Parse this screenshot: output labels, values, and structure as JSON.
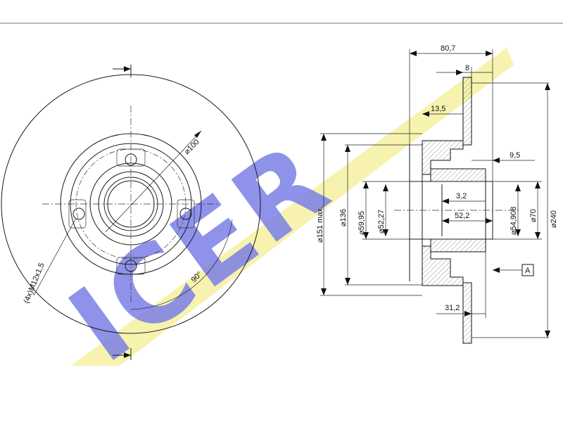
{
  "brand": {
    "logo_text": "ICER",
    "logo_color": "#7b7fe6",
    "ribbon_color": "#f6f2a6"
  },
  "dimensions": {
    "width_total": "80,7",
    "disc_thickness": "8",
    "offset_13_5": "13,5",
    "offset_9_5": "9,5",
    "bore_3_2": "3,2",
    "bore_52_2": "52,2",
    "depth_31_2": "31,2",
    "dia_151": "⌀151 max.",
    "dia_136": "⌀136",
    "dia_59_95": "⌀59,95",
    "dia_52_27": "⌀52,27",
    "dia_54_908": "⌀54,908",
    "dia_70": "⌀70",
    "dia_240": "⌀240",
    "dia_100": "⌀100",
    "angle": "90°",
    "thread": "(4x)M12x1,5",
    "datum": "A"
  }
}
